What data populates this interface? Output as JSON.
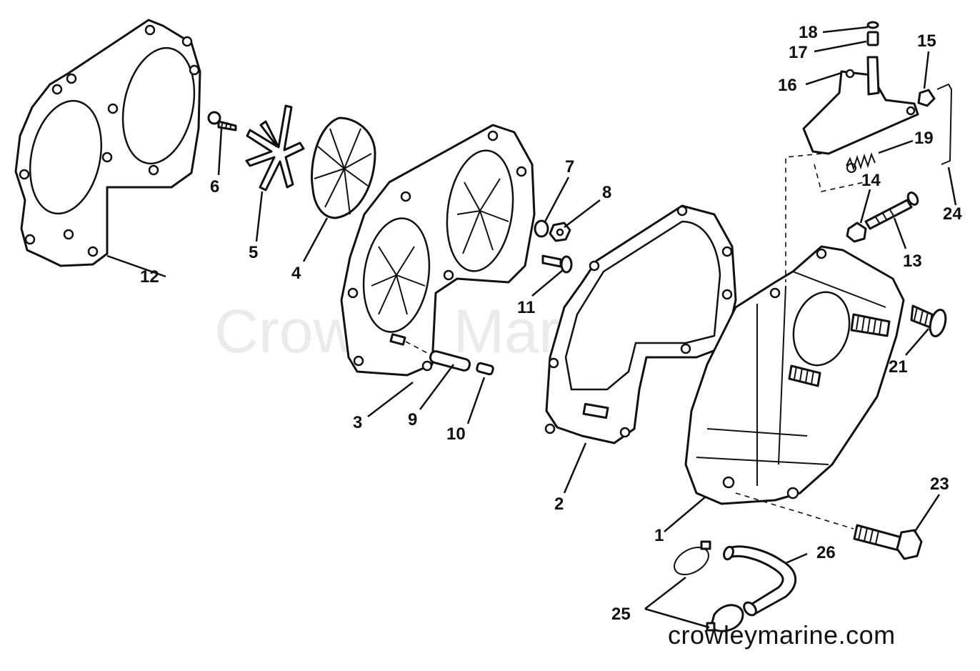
{
  "watermark": "Crowley Marine",
  "site_url": "crowleymarine.com",
  "callouts": {
    "c1": "1",
    "c2": "2",
    "c3": "3",
    "c4": "4",
    "c5": "5",
    "c6": "6",
    "c7": "7",
    "c8": "8",
    "c9": "9",
    "c10": "10",
    "c11": "11",
    "c12": "12",
    "c13": "13",
    "c14": "14",
    "c15": "15",
    "c16": "16",
    "c17": "17",
    "c18": "18",
    "c19": "19",
    "c21": "21",
    "c23": "23",
    "c24": "24",
    "c25": "25",
    "c26": "26"
  }
}
